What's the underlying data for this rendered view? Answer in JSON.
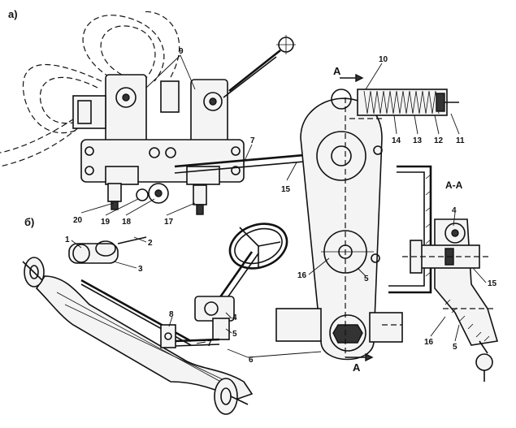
{
  "panels": {
    "a": "а)",
    "b": "б)"
  },
  "section": {
    "arrow_letter_top": "A",
    "arrow_letter_bottom": "A",
    "view_title": "А-А"
  },
  "callouts_a": {
    "n9": "9",
    "n10": "10",
    "n7": "7",
    "n14": "14",
    "n13": "13",
    "n12": "12",
    "n11": "11",
    "n15": "15",
    "n20": "20",
    "n19": "19",
    "n18": "18",
    "n17": "17",
    "n16": "16",
    "n5": "5"
  },
  "callouts_b": {
    "n1": "1",
    "n2": "2",
    "n3": "3",
    "n8": "8",
    "n4": "4",
    "n5": "5",
    "n7": "7",
    "n6": "6"
  },
  "callouts_section": {
    "n4": "4",
    "n15": "15",
    "n16": "16",
    "n5": "5"
  }
}
